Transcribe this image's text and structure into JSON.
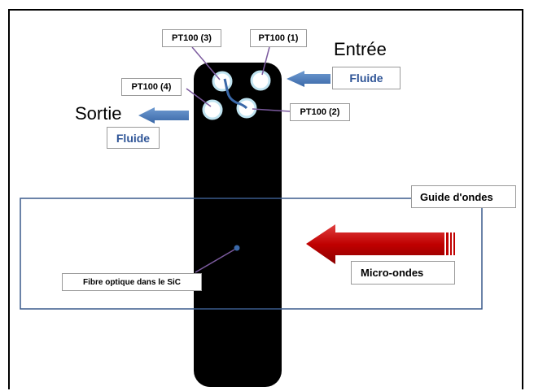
{
  "labels": {
    "pt1": "PT100 (1)",
    "pt2": "PT100 (2)",
    "pt3": "PT100 (3)",
    "pt4": "PT100 (4)",
    "entree": "Entrée",
    "sortie": "Sortie",
    "fluide_in": "Fluide",
    "fluide_out": "Fluide",
    "guide": "Guide d'ondes",
    "micro": "Micro-ondes",
    "fibre": "Fibre optique dans le SiC"
  },
  "colors": {
    "sample": "#000000",
    "fluid_arrow": "#4a7ab8",
    "fluid_text": "#2f5597",
    "waveguide": "#3a5a8c",
    "microwave_arrow": "#c00000",
    "port_ring": "#bfe3f0",
    "leader": "#7b5a9e"
  }
}
